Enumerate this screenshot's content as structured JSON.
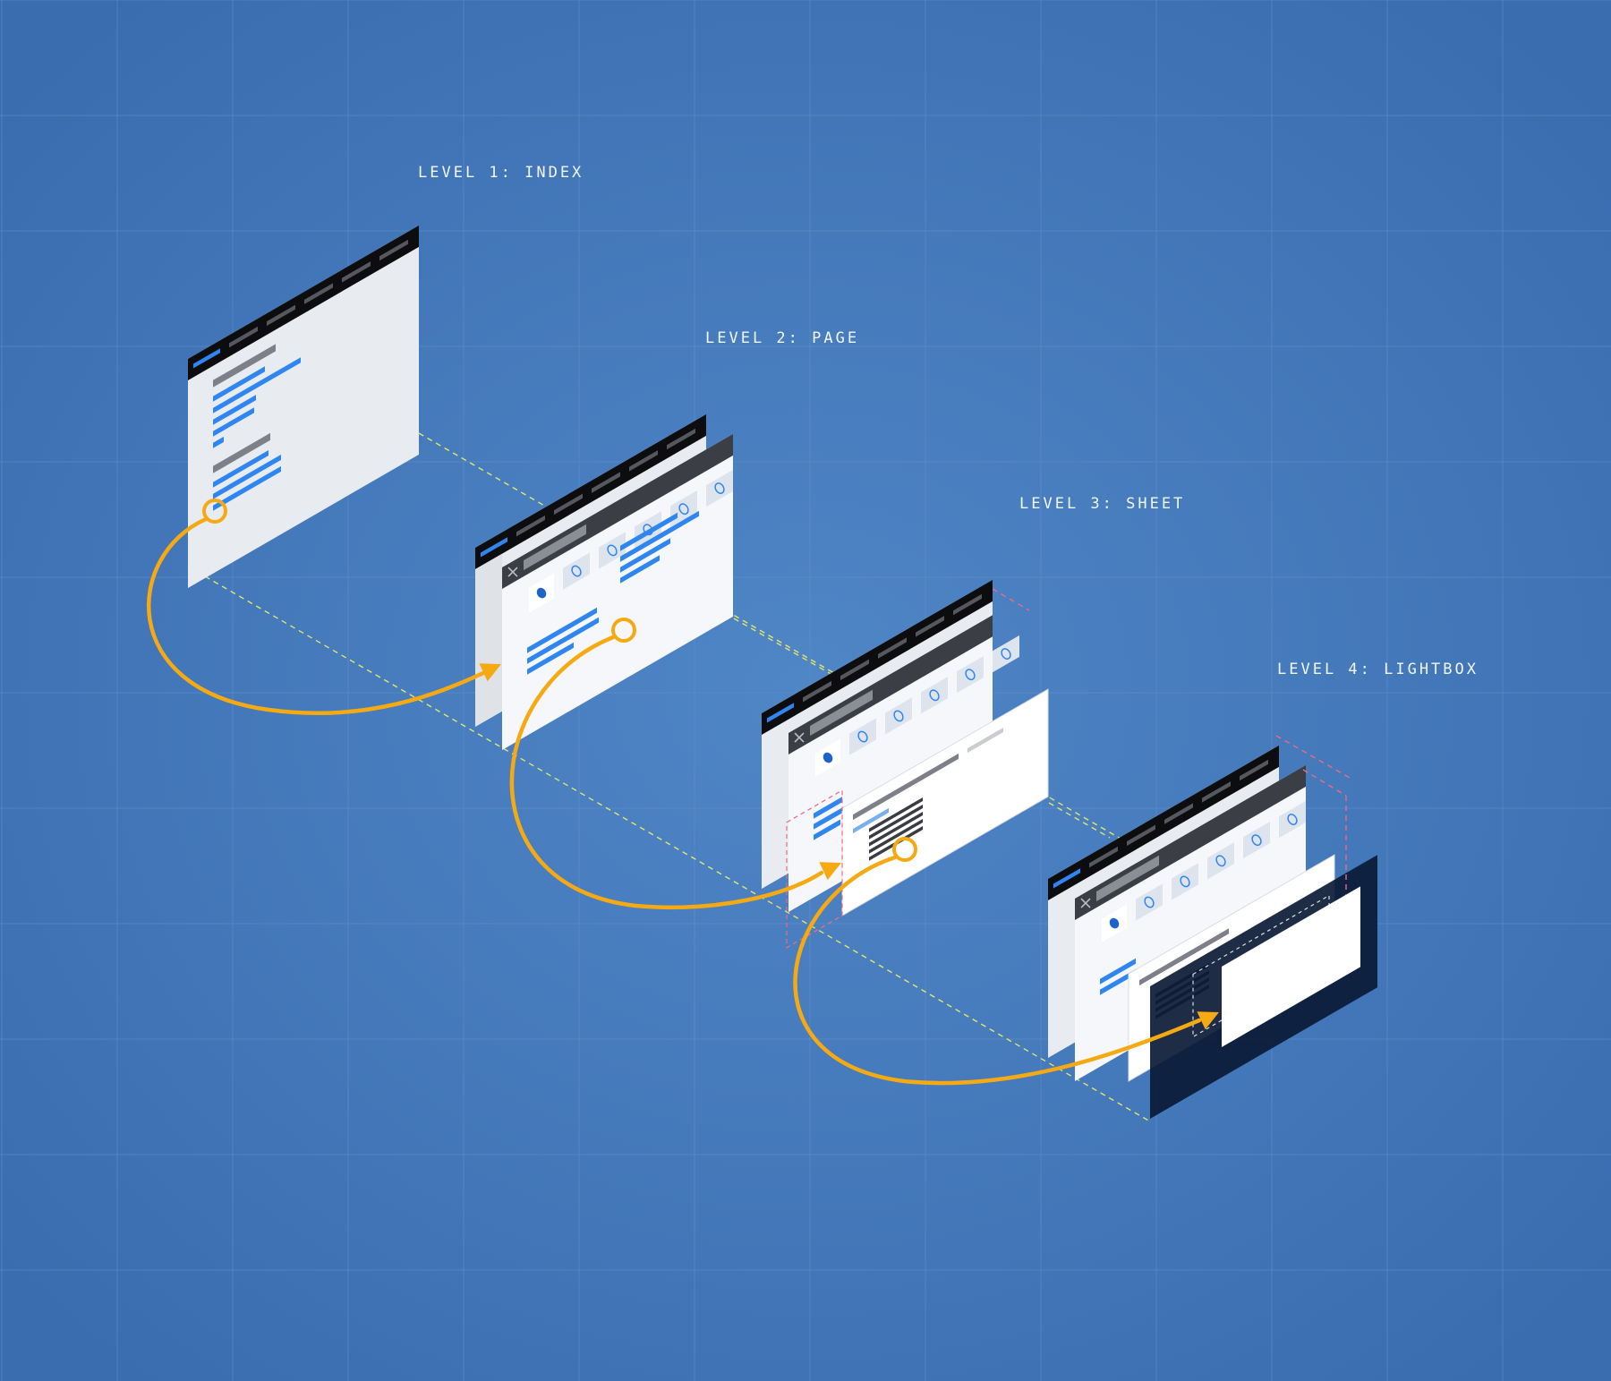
{
  "labels": {
    "level1": "LEVEL 1: INDEX",
    "level2": "LEVEL 2: PAGE",
    "level3": "LEVEL 3: SHEET",
    "level4": "LEVEL 4: LIGHTBOX"
  },
  "colors": {
    "background": "#3a6db0",
    "background_center": "#4f86c6",
    "grid": "#5f8fca",
    "screen": "#e8ecf1",
    "screen_light": "#f5f7fa",
    "titlebar": "#0d0d0f",
    "toolbar": "#3b3e44",
    "accent_blue": "#2f86f0",
    "muted_gray": "#7d8088",
    "arrow": "#f5a913",
    "guide_yellow": "#e4e46a",
    "guide_red": "#f06a80",
    "overlay": "#0b1a35",
    "lightbox": "#ffffff"
  },
  "icons": [
    "close-icon",
    "circle-icon",
    "cursor-ring-icon",
    "arrowhead-icon"
  ]
}
